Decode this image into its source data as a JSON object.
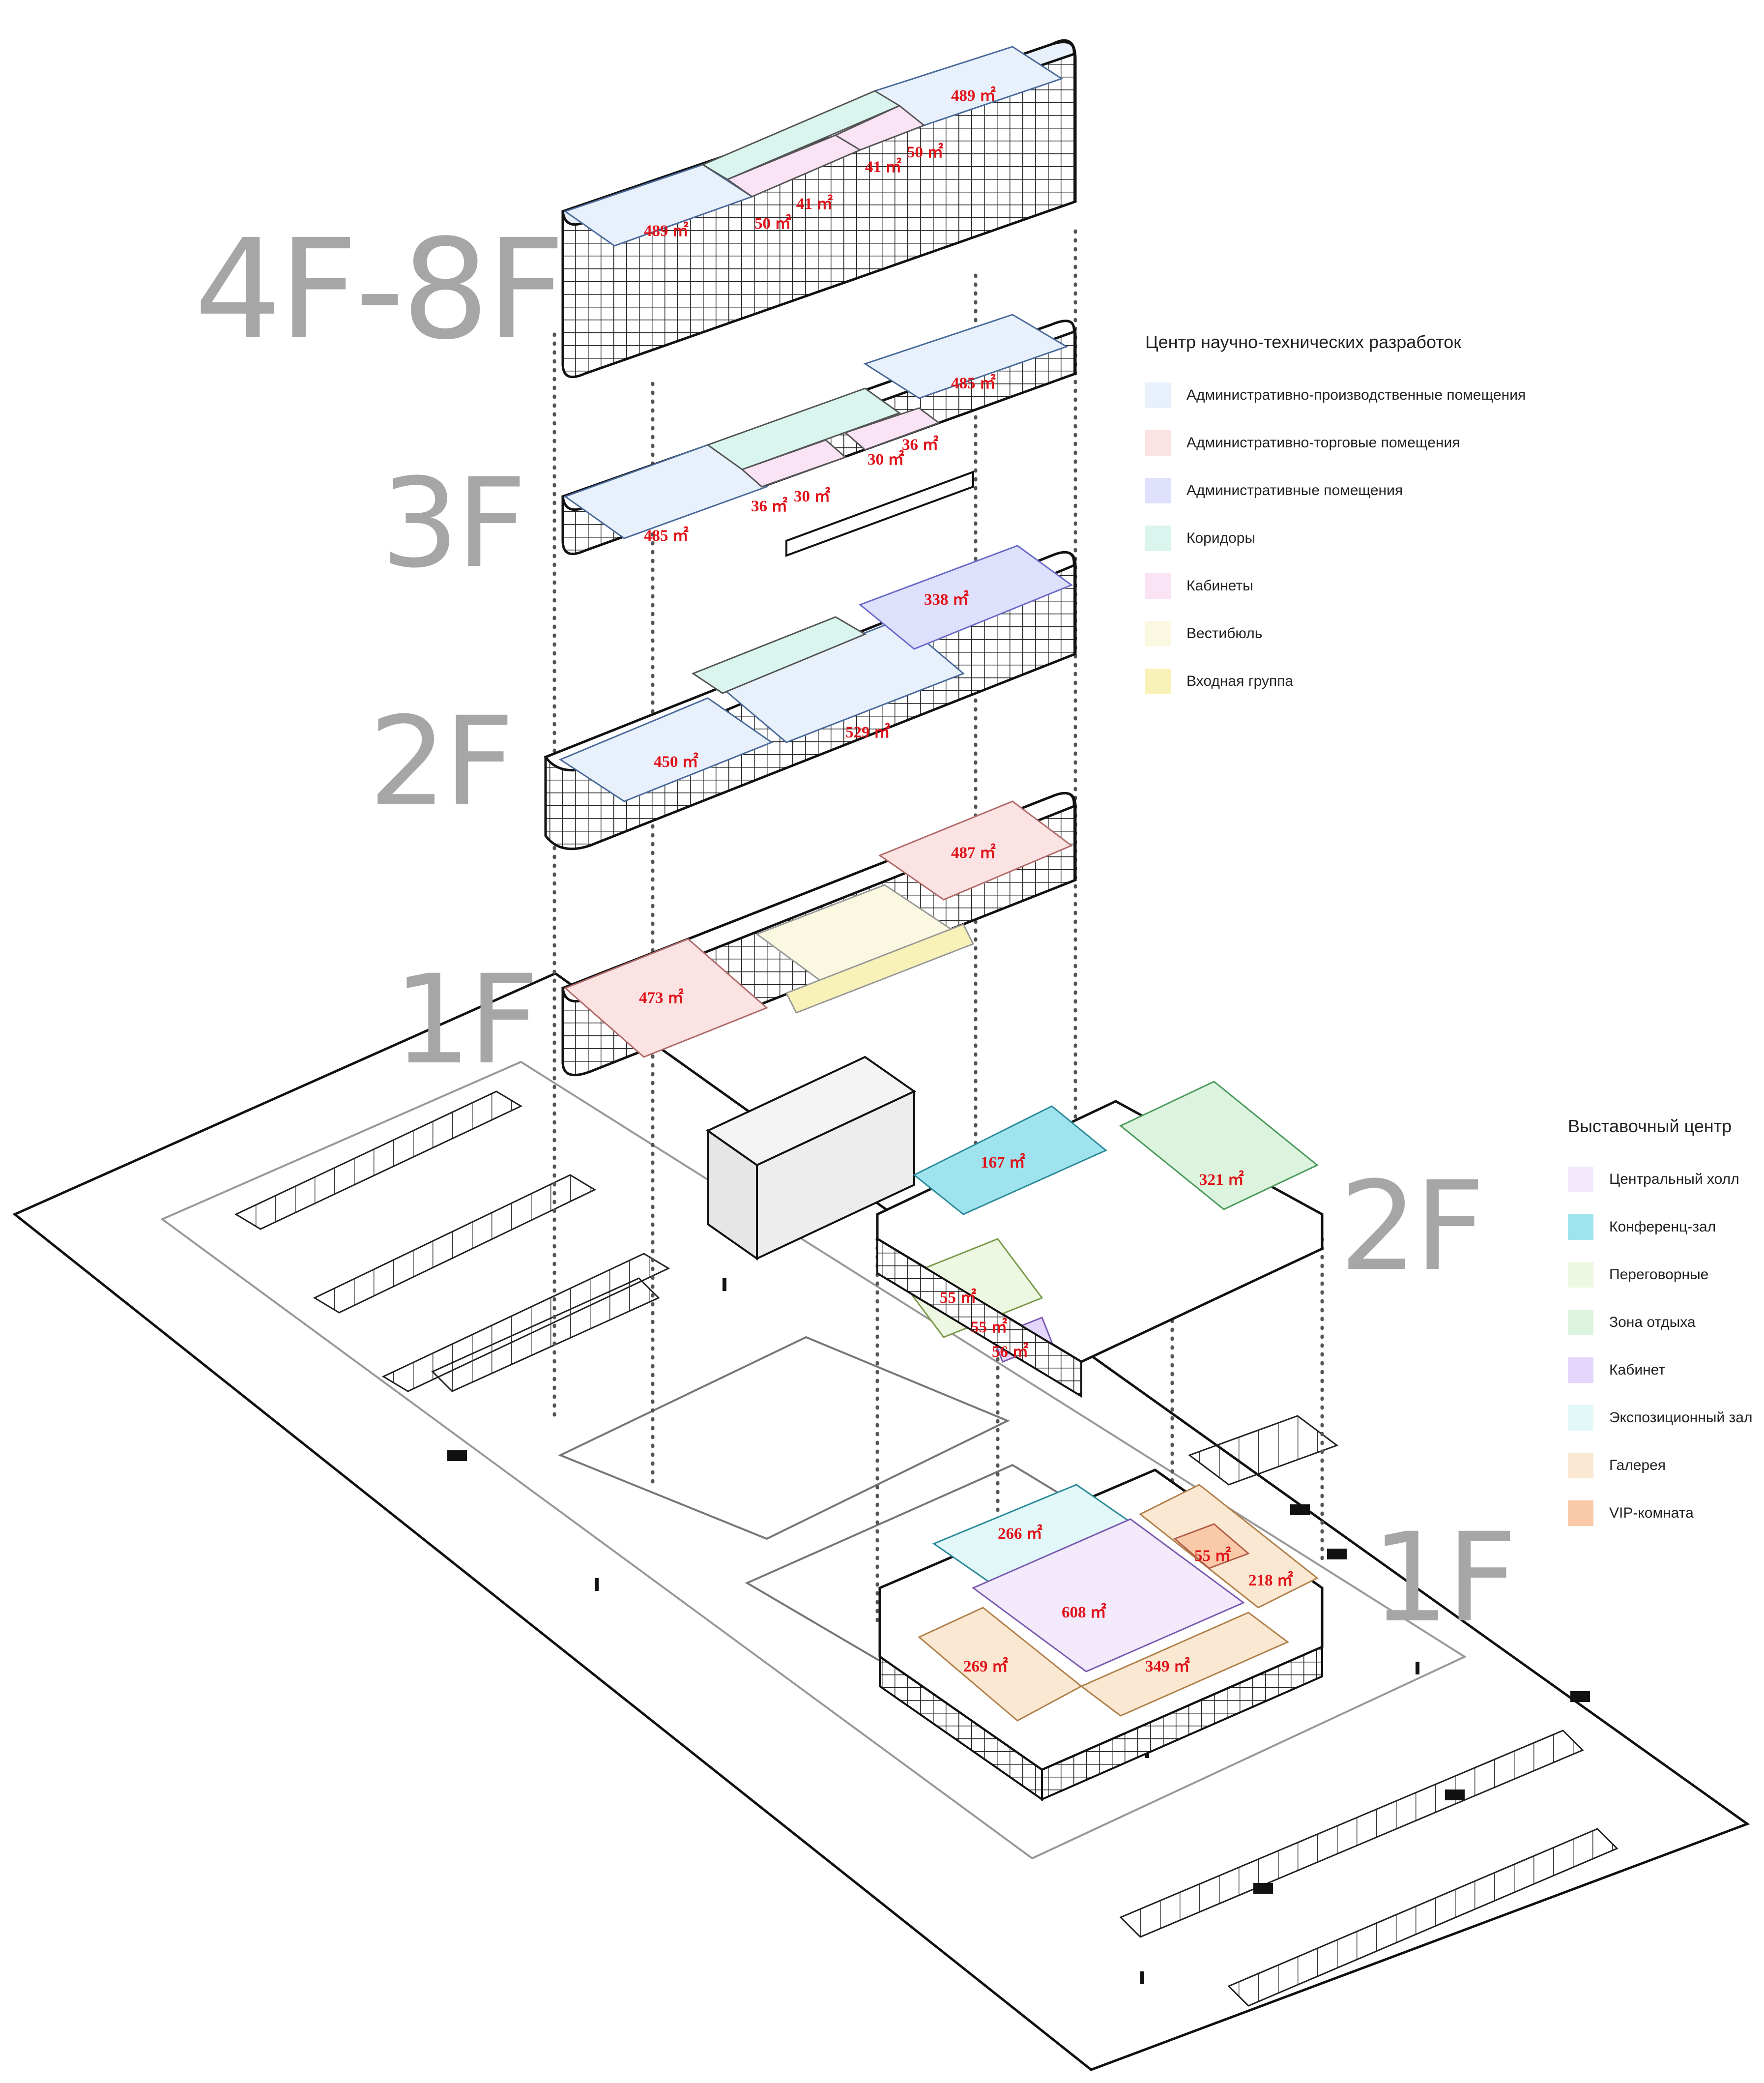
{
  "floor_labels": {
    "tower_4f8f": "4F-8F",
    "tower_3f": "3F",
    "tower_2f": "2F",
    "tower_1f": "1F",
    "expo_2f": "2F",
    "expo_1f": "1F"
  },
  "legend_research": {
    "title": "Центр научно-технических разработок",
    "items": [
      {
        "label": "Административно-производственные помещения",
        "color": "#e8f0fb"
      },
      {
        "label": "Административно-торговые помещения",
        "color": "#fbe3e3"
      },
      {
        "label": "Административные помещения",
        "color": "#dfe0fb"
      },
      {
        "label": "Коридоры",
        "color": "#d9f5ee"
      },
      {
        "label": "Кабинеты",
        "color": "#fbe3f6"
      },
      {
        "label": "Вестибюль",
        "color": "#fbf8e1"
      },
      {
        "label": "Входная группа",
        "color": "#f8f2b9"
      }
    ]
  },
  "legend_expo": {
    "title": "Выставочный центр",
    "items": [
      {
        "label": "Центральный холл",
        "color": "#f2e9fb"
      },
      {
        "label": "Конференц-зал",
        "color": "#9fe3ee"
      },
      {
        "label": "Переговорные",
        "color": "#eef7e2"
      },
      {
        "label": "Зона отдыха",
        "color": "#dcf3dd"
      },
      {
        "label": "Кабинет",
        "color": "#e5d6fb"
      },
      {
        "label": "Экспозиционный зал",
        "color": "#e1f7f8"
      },
      {
        "label": "Галерея",
        "color": "#fbe8d2"
      },
      {
        "label": "VIP-комната",
        "color": "#f9c9a8"
      }
    ]
  },
  "areas": {
    "f48_a": "489 ㎡",
    "f48_b": "489 ㎡",
    "f48_c": "50 ㎡",
    "f48_d": "41 ㎡",
    "f48_e": "41 ㎡",
    "f48_f": "50 ㎡",
    "f3_a": "485 ㎡",
    "f3_b": "485 ㎡",
    "f3_c": "36 ㎡",
    "f3_d": "30 ㎡",
    "f3_e": "30 ㎡",
    "f3_f": "36 ㎡",
    "f2_a": "338 ㎡",
    "f2_b": "529 ㎡",
    "f2_c": "450 ㎡",
    "f1_a": "487 ㎡",
    "f1_b": "473 ㎡",
    "e2_a": "167 ㎡",
    "e2_b": "321 ㎡",
    "e2_c": "55 ㎡",
    "e2_d": "55 ㎡",
    "e2_e": "56 ㎡",
    "e1_a": "266 ㎡",
    "e1_b": "608 ㎡",
    "e1_c": "55 ㎡",
    "e1_d": "218 ㎡",
    "e1_e": "269 ㎡",
    "e1_f": "349 ㎡"
  }
}
